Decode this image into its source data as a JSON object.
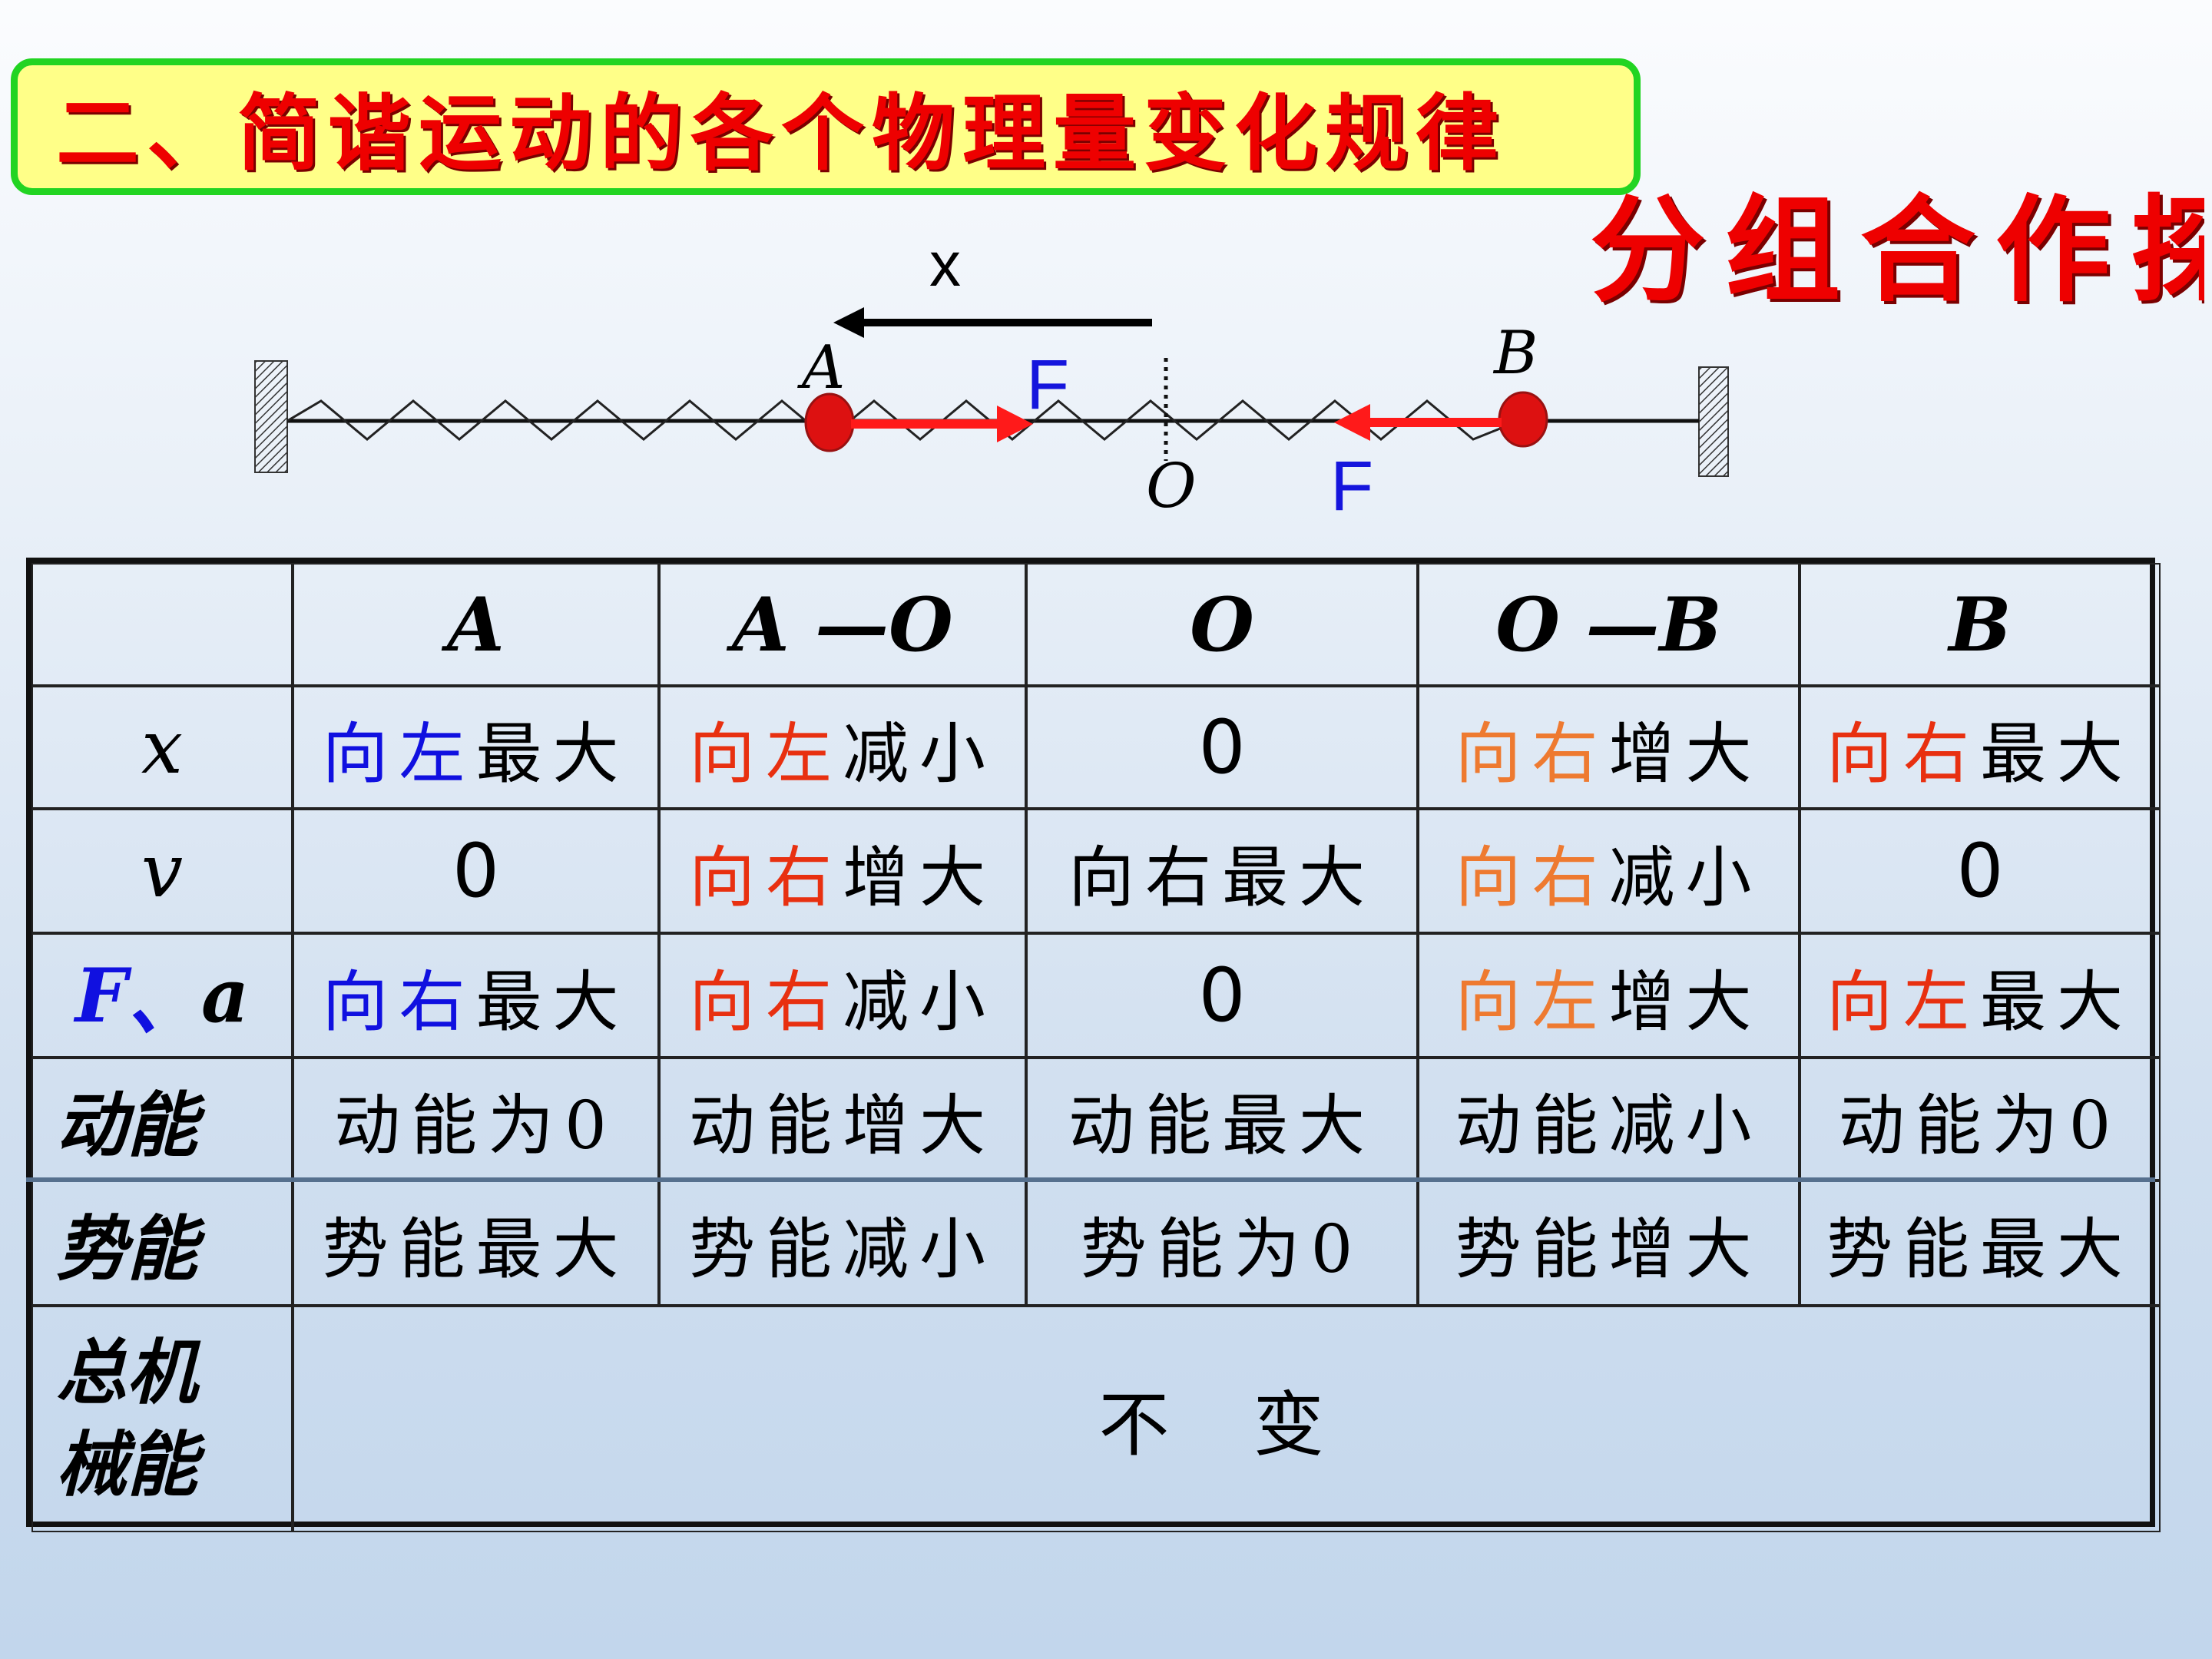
{
  "banner": {
    "title": "二、简谐运动的各个物理量变化规律"
  },
  "side_title": "分组合作探究",
  "diagram": {
    "x_label": "x",
    "point_a": "A",
    "point_b": "B",
    "point_o": "O",
    "force_left": "F",
    "force_right": "F"
  },
  "table": {
    "headers": [
      "",
      "A",
      "A —O",
      "O",
      "O —B",
      "B"
    ],
    "rows": {
      "x": {
        "label": "x",
        "cells": [
          {
            "dir": "向左",
            "rest": "最大"
          },
          {
            "dir": "向左",
            "rest": "减小"
          },
          {
            "value": "0"
          },
          {
            "dir": "向右",
            "rest": "增大"
          },
          {
            "dir": "向右",
            "rest": "最大"
          }
        ]
      },
      "v": {
        "label": "v",
        "cells": [
          {
            "value": "0"
          },
          {
            "dir": "向右",
            "rest": "增大"
          },
          {
            "value": "向右最大"
          },
          {
            "dir": "向右",
            "rest": "减小"
          },
          {
            "value": "0"
          }
        ]
      },
      "fa": {
        "label_f": "F",
        "label_sep": "、",
        "label_a": "a",
        "cells": [
          {
            "dir": "向右",
            "rest": "最大"
          },
          {
            "dir": "向右",
            "rest": "减小"
          },
          {
            "value": "0"
          },
          {
            "dir": "向左",
            "rest": "增大"
          },
          {
            "dir": "向左",
            "rest": "最大"
          }
        ]
      },
      "kinetic": {
        "label": "动能",
        "cells": [
          "动能为0",
          "动能增大",
          "动能最大",
          "动能减小",
          "动能为0"
        ]
      },
      "potential": {
        "label": "势能",
        "cells": [
          "势能最大",
          "势能减小",
          "势能为0",
          "势能增大",
          "势能最大"
        ]
      },
      "total": {
        "label_1": "总机",
        "label_2": "械能",
        "value": "不 变"
      }
    }
  },
  "colors": {
    "banner_border": "#22d422",
    "banner_fill": "#ffff88",
    "title_red": "#ee0000",
    "dir_blue": "#1010e0",
    "dir_red": "#e83010",
    "dir_orange": "#ee7a30",
    "force_arrow": "#ff1a1a",
    "mass_ball": "#dd1111"
  }
}
